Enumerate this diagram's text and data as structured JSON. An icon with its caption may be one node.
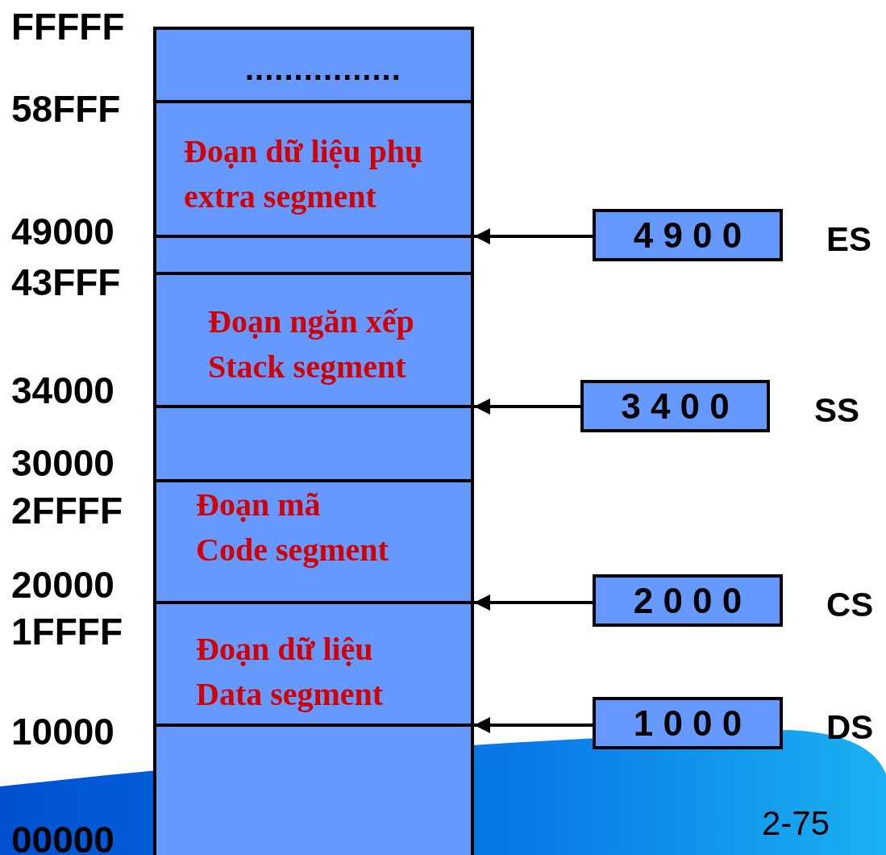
{
  "diagram": {
    "nodes": [
      {
        "text": [
          "................"
        ]
      },
      {
        "text": [
          "Đoạn dữ liệu phụ",
          "extra  segment"
        ]
      },
      {
        "text": [],
        "shape": "box"
      },
      {
        "text": [
          "Đoạn ngăn xếp",
          "Stack segment"
        ]
      },
      {
        "text": [],
        "shape": "box"
      },
      {
        "text": [
          "Đoạn mã",
          "Code segment"
        ]
      },
      {
        "text": [
          "Đoạn dữ liệu",
          "Data segment"
        ]
      },
      {
        "text": [],
        "shape": "box"
      },
      {
        "text": [
          "4 9 0 0"
        ],
        "beside": [
          "ES"
        ]
      },
      {
        "text": [
          "3 4 0 0"
        ],
        "beside": [
          "SS"
        ]
      },
      {
        "text": [
          "2 0 0 0"
        ],
        "beside": [
          "CS"
        ]
      },
      {
        "text": [
          "1 0 0 0"
        ],
        "beside": [
          "DS"
        ]
      }
    ],
    "edges": [
      {
        "from": 8,
        "to": 1,
        "arrow": "to"
      },
      {
        "from": 9,
        "to": 3,
        "arrow": "to"
      },
      {
        "from": 10,
        "to": 5,
        "arrow": "to"
      },
      {
        "from": 11,
        "to": 6,
        "arrow": "to"
      }
    ],
    "labels": [
      "FFFFF",
      "58FFF",
      "49000",
      "43FFF",
      "34000",
      "30000",
      "2FFFF",
      "20000",
      "1FFFF",
      "10000",
      "00000",
      "2-75"
    ]
  }
}
